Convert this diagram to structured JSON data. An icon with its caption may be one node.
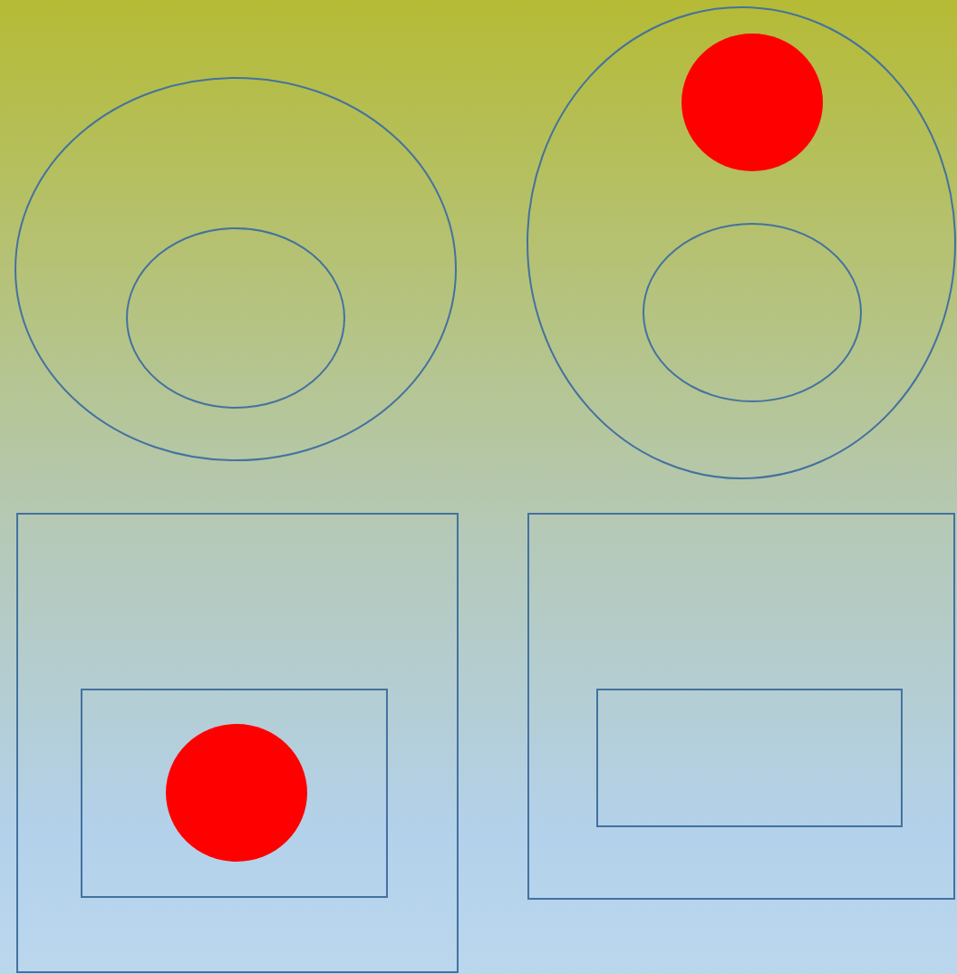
{
  "diagram": {
    "nodes": [
      {
        "text": [],
        "shape": "ellipse"
      },
      {
        "text": [],
        "shape": "ellipse",
        "in": 0
      },
      {
        "text": [],
        "shape": "ellipse"
      },
      {
        "text": [],
        "shape": "circle",
        "in": 2
      },
      {
        "text": [],
        "shape": "ellipse",
        "in": 2
      },
      {
        "text": [],
        "shape": "box"
      },
      {
        "text": [],
        "shape": "box",
        "in": 5
      },
      {
        "text": [],
        "shape": "circle",
        "in": 6
      },
      {
        "text": [],
        "shape": "box"
      },
      {
        "text": [],
        "shape": "box",
        "in": 8
      }
    ]
  }
}
